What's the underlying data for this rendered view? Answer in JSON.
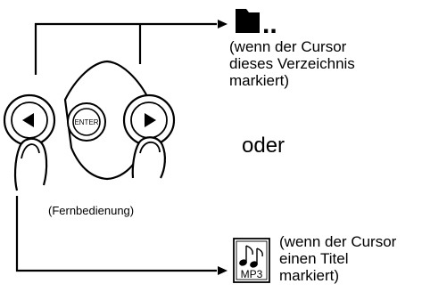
{
  "diagram": {
    "folder_note": {
      "lines": [
        "(wenn der Cursor",
        "dieses Verzeichnis",
        "markiert)"
      ]
    },
    "or_text": "oder",
    "remote_caption": "(Fernbedienung)",
    "remote": {
      "enter_label": "ENTER",
      "left_button": "left-triangle-icon",
      "right_button": "right-triangle-icon"
    },
    "folder_icon": {
      "icon": "folder-icon",
      "dots": ".."
    },
    "mp3_icon": {
      "icon": "music-note-icon",
      "label": "MP3"
    },
    "title_note": {
      "lines": [
        "(wenn der Cursor",
        "einen Titel",
        "markiert)"
      ]
    }
  }
}
